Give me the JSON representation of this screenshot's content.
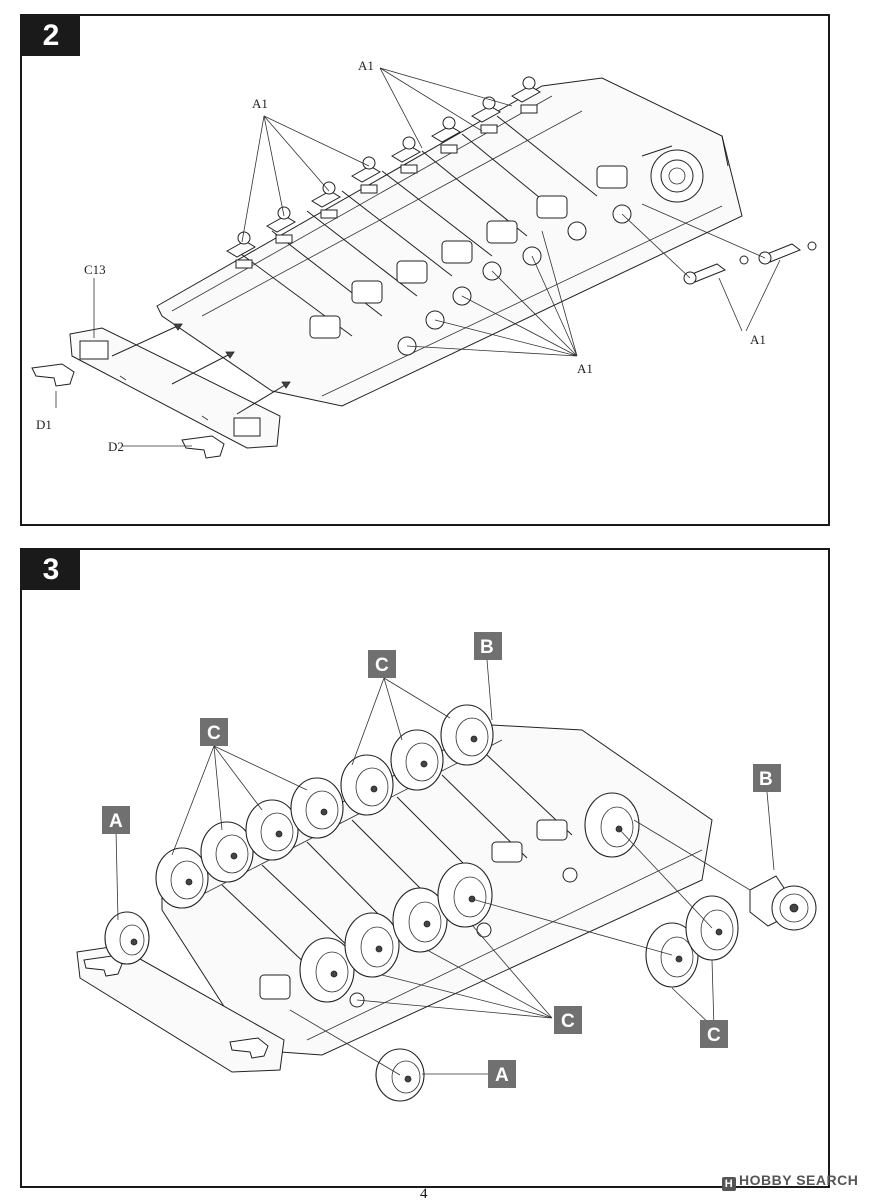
{
  "steps": [
    {
      "number": "2",
      "callouts": {
        "a1_top": "A1",
        "a1_topleft": "A1",
        "a1_right": "A1",
        "a1_bottom": "A1",
        "c13": "C13",
        "d1": "D1",
        "d2": "D2"
      }
    },
    {
      "number": "3",
      "callouts": {
        "c_top": "C",
        "b_top": "B",
        "c_left": "C",
        "a_left": "A",
        "b_right": "B",
        "c_bottom": "C",
        "a_bottom": "A",
        "c_bottom_right": "C"
      }
    }
  ],
  "page_number": "4",
  "watermark": "HOBBY SEARCH",
  "colors": {
    "badge": "#1a1a1a",
    "callout_box": "#707070",
    "line": "#222222"
  }
}
